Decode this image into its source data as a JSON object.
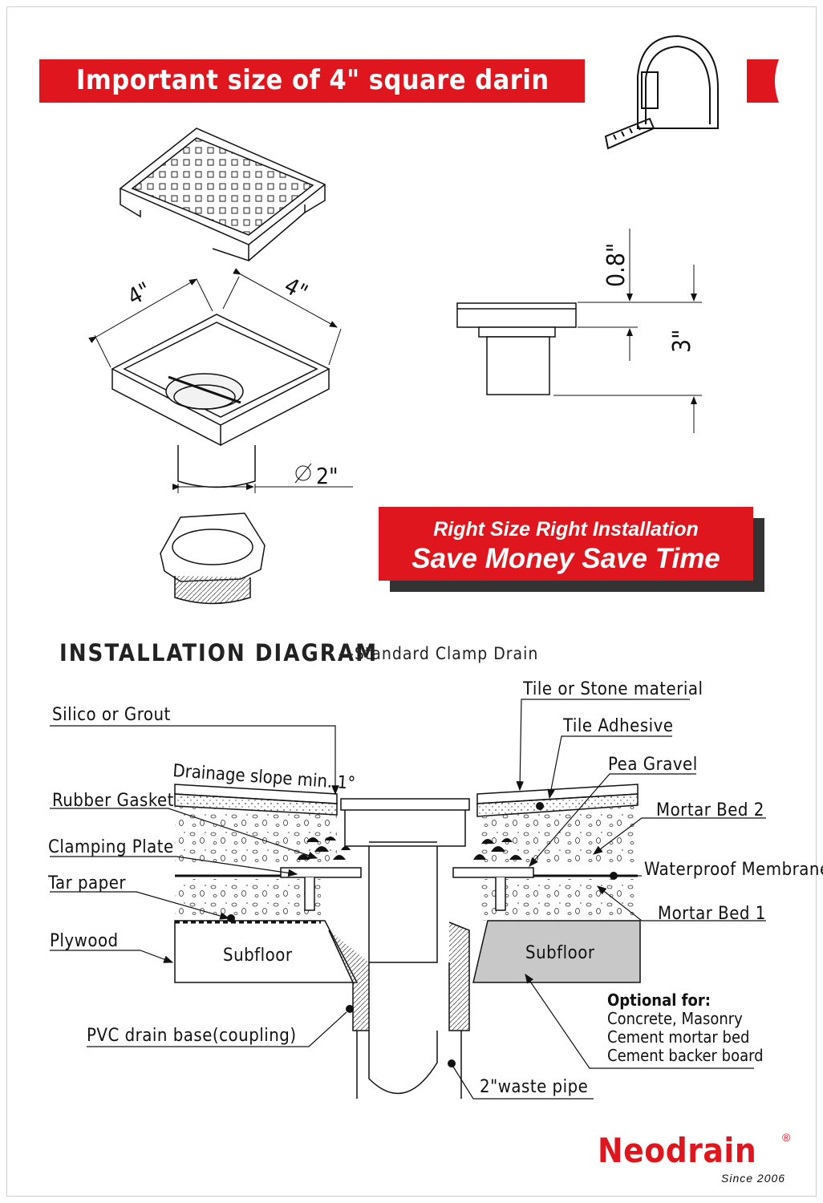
{
  "header": {
    "title": "Important size of 4\" square darin"
  },
  "dimensions": {
    "width": "4\"",
    "depth": "4\"",
    "pipe_diameter": "2\"",
    "height_top": "0.8\"",
    "height_body": "3\""
  },
  "promo": {
    "line1": "Right Size Right Installation",
    "line2": "Save Money Save Time"
  },
  "installation": {
    "title": "INSTALLATION DIAGRAM",
    "subtitle": "—Standard Clamp Drain",
    "labels": {
      "silico": "Silico or Grout",
      "slope": "Drainage slope min. 1°",
      "gasket": "Rubber Gasket",
      "clamp": "Clamping Plate",
      "tar": "Tar paper",
      "plywood": "Plywood",
      "subfloor_left": "Subfloor",
      "subfloor_right": "Subfloor",
      "pvc": "PVC drain base(coupling)",
      "tile": "Tile or Stone material",
      "adhesive": "Tile Adhesive",
      "gravel": "Pea Gravel",
      "mortar2": "Mortar Bed 2",
      "membrane": "Waterproof Membrane",
      "mortar1": "Mortar Bed 1",
      "waste": "2\"waste pipe"
    },
    "optional": {
      "title": "Optional for:",
      "items": [
        "Concrete, Masonry",
        "Cement mortar bed",
        "Cement backer board"
      ]
    }
  },
  "brand": {
    "name": "Neodrain",
    "reg": "®",
    "since": "Since 2006"
  },
  "colors": {
    "accent": "#e0161f",
    "slope_text": "#b01820",
    "subfloor_fill": "#c8c8c8"
  }
}
